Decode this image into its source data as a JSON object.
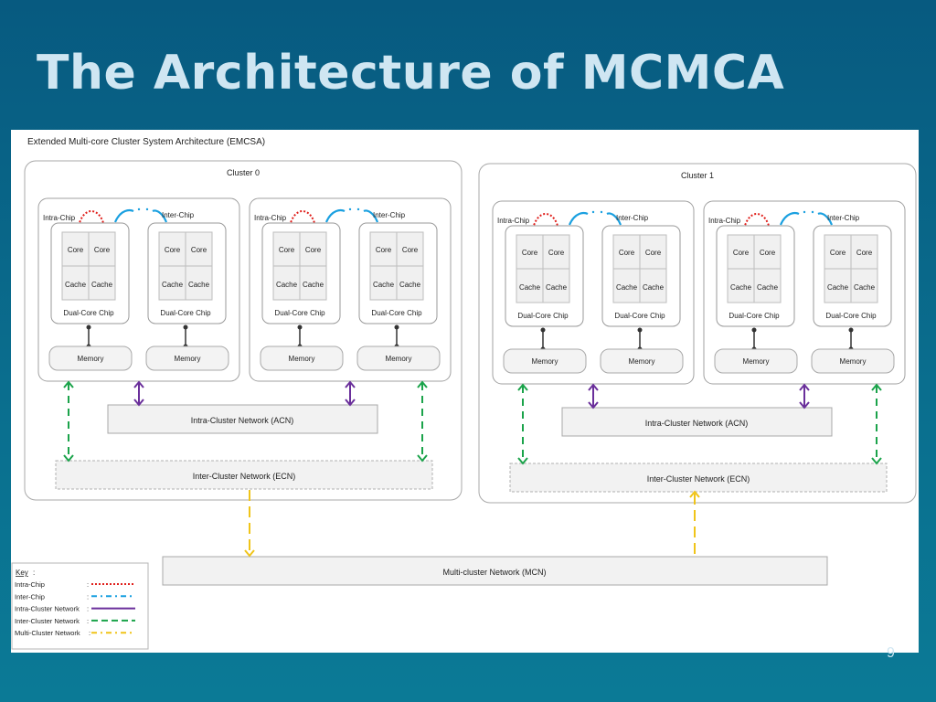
{
  "slide": {
    "title": "The Architecture of MCMCA",
    "page_number": "9"
  },
  "diagram": {
    "caption": "Extended Multi-core Cluster System Architecture (EMCSA)",
    "clusters": [
      {
        "name": "Cluster 0"
      },
      {
        "name": "Cluster 1"
      }
    ],
    "labels": {
      "intra_chip": "Intra-Chip",
      "inter_chip": "Inter-Chip",
      "core": "Core",
      "cache": "Cache",
      "chip": "Dual-Core Chip",
      "memory": "Memory",
      "acn": "Intra-Cluster Network (ACN)",
      "ecn": "Inter-Cluster Network (ECN)",
      "mcn": "Multi-cluster Network (MCN)"
    },
    "key": {
      "title": "Key",
      "entries": [
        {
          "label": "Intra-Chip",
          "sep": ":",
          "color": "#e0201c",
          "style": "dotted"
        },
        {
          "label": "Inter-Chip",
          "sep": ":",
          "color": "#1aa0e0",
          "style": "dash-dot"
        },
        {
          "label": "Intra-Cluster Network",
          "sep": ":",
          "color": "#6a2f9b",
          "style": "solid"
        },
        {
          "label": "Inter-Cluster Network",
          "sep": ":",
          "color": "#1aa34a",
          "style": "dashed"
        },
        {
          "label": "Multi-Cluster Network",
          "sep": ":",
          "color": "#f0c419",
          "style": "dash-dot"
        }
      ]
    },
    "colors": {
      "intra_chip": "#e0201c",
      "inter_chip": "#1aa0e0",
      "acn": "#6a2f9b",
      "ecn": "#1aa34a",
      "mcn": "#f0c419"
    }
  }
}
